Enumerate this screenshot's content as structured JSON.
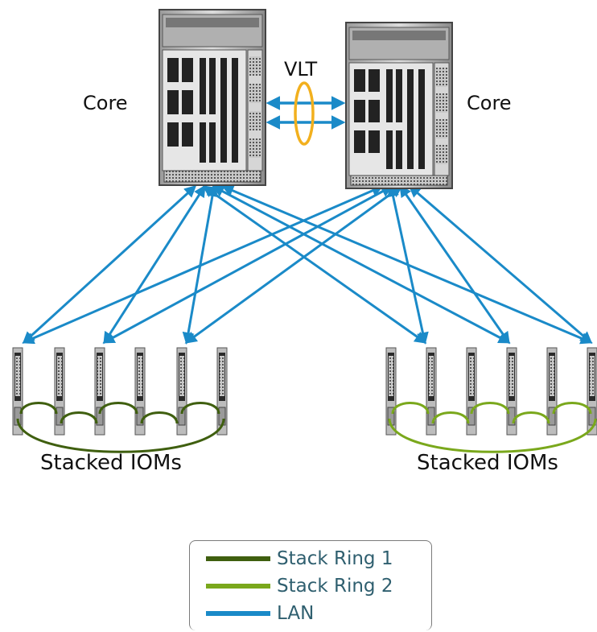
{
  "labels": {
    "core_left": "Core",
    "core_right": "Core",
    "vlt": "VLT",
    "stacked_left": "Stacked IOMs",
    "stacked_right": "Stacked IOMs"
  },
  "legend": {
    "items": [
      {
        "label": "Stack Ring 1",
        "color": "#3f5f0f"
      },
      {
        "label": "Stack Ring 2",
        "color": "#7aa81c"
      },
      {
        "label": "LAN",
        "color": "#1a8ac8"
      }
    ]
  },
  "colors": {
    "lan": "#1a8ac8",
    "ring1": "#3f5f0f",
    "ring2": "#7aa81c",
    "vlt_ring": "#f2b01e"
  },
  "nodes": {
    "cores": [
      "core-left",
      "core-right"
    ],
    "iom_groups": [
      {
        "name": "stacked-ioms-left",
        "count": 6
      },
      {
        "name": "stacked-ioms-right",
        "count": 6
      }
    ]
  }
}
